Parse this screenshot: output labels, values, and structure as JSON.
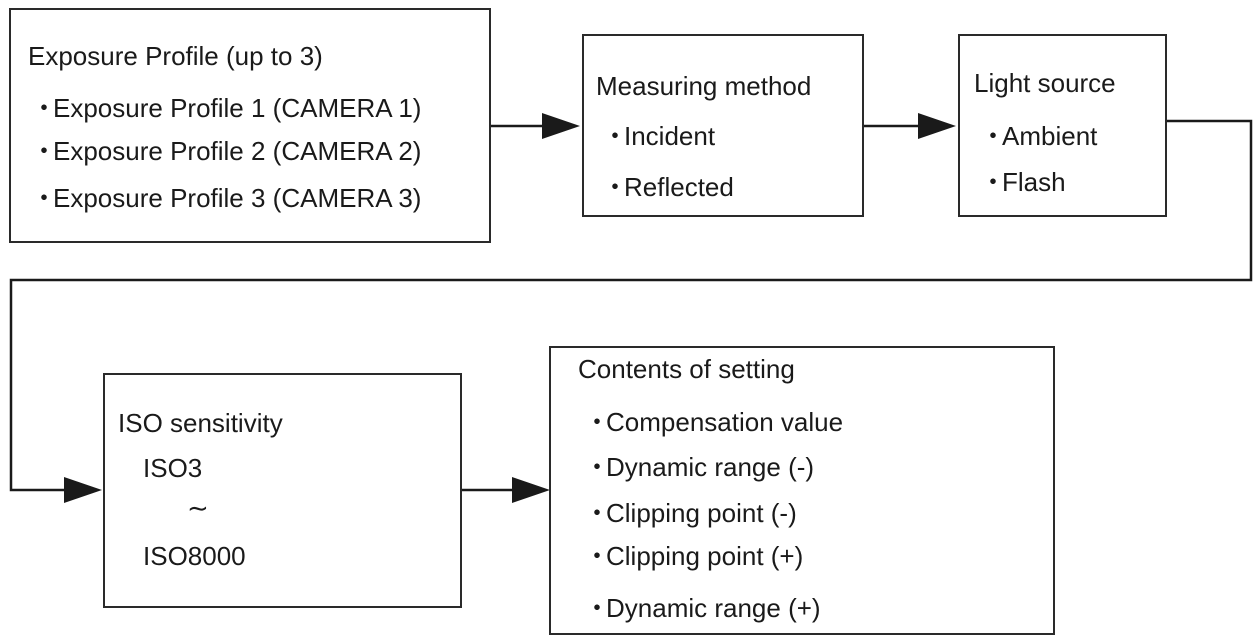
{
  "profile_box": {
    "title": "Exposure Profile (up to 3)",
    "items": [
      "Exposure Profile 1 (CAMERA 1)",
      "Exposure Profile 2 (CAMERA 2)",
      "Exposure Profile 3 (CAMERA 3)"
    ]
  },
  "method_box": {
    "title": "Measuring method",
    "items": [
      "Incident",
      "Reflected"
    ]
  },
  "source_box": {
    "title": "Light source",
    "items": [
      "Ambient",
      "Flash"
    ]
  },
  "iso_box": {
    "title": "ISO sensitivity",
    "min": "ISO3",
    "range_symbol": "∼",
    "max": "ISO8000"
  },
  "settings_box": {
    "title": "Contents of setting",
    "items": [
      "Compensation value",
      "Dynamic range (-)",
      "Clipping point (-)",
      "Clipping point (+)",
      "Dynamic range (+)"
    ]
  },
  "bullet": "・",
  "colors": {
    "line": "#1a1a1a",
    "border": "#2a2a2a"
  }
}
